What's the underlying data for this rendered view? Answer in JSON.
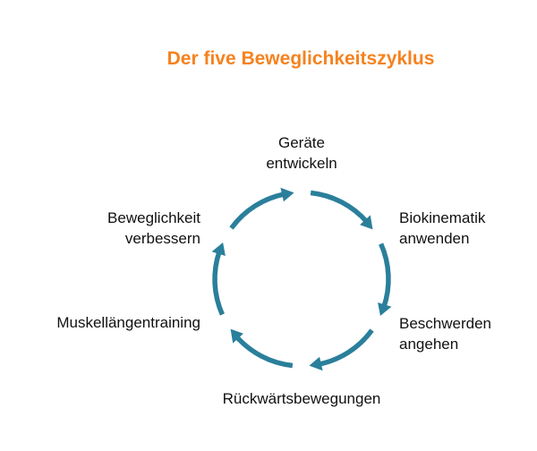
{
  "title": "Der five Beweglichkeitszyklus",
  "colors": {
    "title": "#f5821f",
    "arrow": "#2a7f9b",
    "text": "#111111"
  },
  "steps": [
    {
      "label": "Geräte\nentwickeln"
    },
    {
      "label": "Biokinematik\nanwenden"
    },
    {
      "label": "Beschwerden\nangehen"
    },
    {
      "label": "Rückwärtsbewegungen"
    },
    {
      "label": "Muskellängentraining"
    },
    {
      "label": "Beweglichkeit\nverbessern"
    }
  ]
}
